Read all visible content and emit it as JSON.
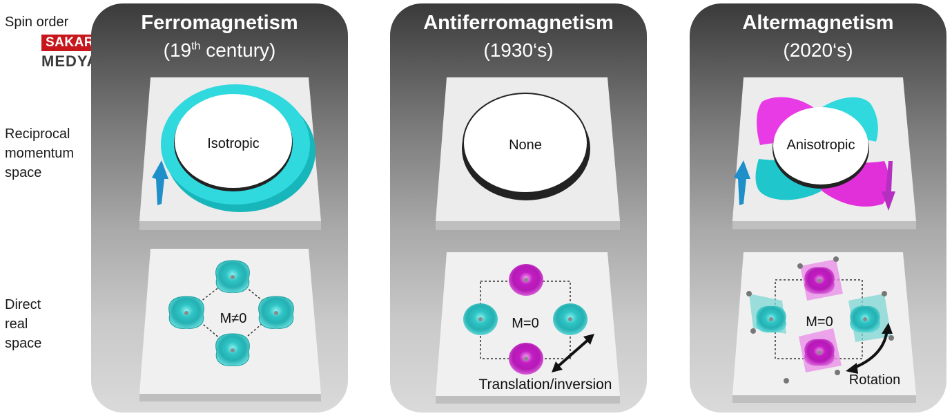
{
  "row_labels": {
    "spin_order": "Spin order",
    "reciprocal": [
      "Reciprocal",
      "momentum",
      "space"
    ],
    "direct": [
      "Direct",
      "real",
      "space"
    ]
  },
  "logo": {
    "top": "SAKARYA",
    "bottom": "MEDYA TV",
    "color": "#c8161d"
  },
  "panels": [
    {
      "title": "Ferromagnetism",
      "sub_prefix": "(19",
      "sub_sup": "th",
      "sub_suffix": " century)",
      "momentum_label": "Isotropic",
      "real_label": "M≠0",
      "accent": "#1fd3d8"
    },
    {
      "title": "Antiferromagnetism",
      "sub_prefix": "(1930‘s)",
      "sub_sup": "",
      "sub_suffix": "",
      "momentum_label": "None",
      "real_label": "M=0",
      "arrow_label": "Translation/inversion",
      "accent": "#d51fd6"
    },
    {
      "title": "Altermagnetism",
      "sub_prefix": "(2020‘s)",
      "sub_sup": "",
      "sub_suffix": "",
      "momentum_label": "Anisotropic",
      "real_label": "M=0",
      "arrow_label": "Rotation",
      "accent": "#e83be6"
    }
  ],
  "colors": {
    "cyan": "#1fd3d8",
    "magenta": "#d51fd6",
    "arrow_blue": "#1e8fc9",
    "arrow_purple": "#b52fc0"
  }
}
